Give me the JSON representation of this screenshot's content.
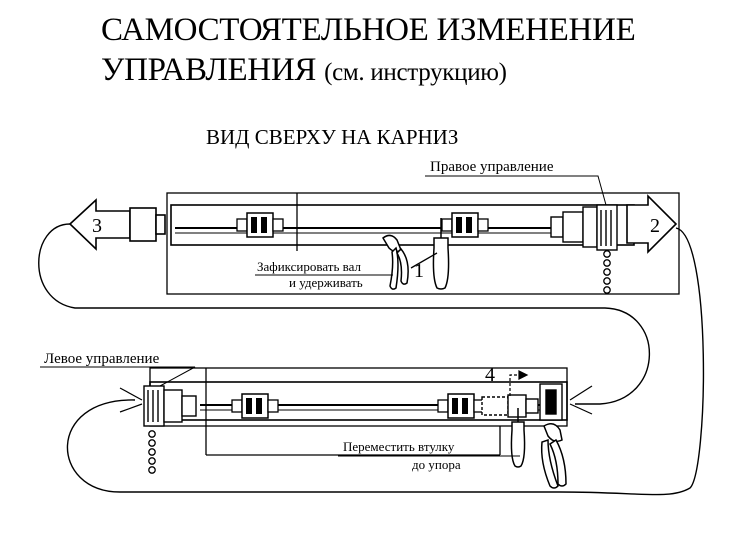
{
  "title": {
    "line1": "САМОСТОЯТЕЛЬНОЕ ИЗМЕНЕНИЕ",
    "line2": "УПРАВЛЕНИЯ",
    "line2_note": "(см. инструкцию)"
  },
  "diagram": {
    "heading": "ВИД СВЕРХУ НА КАРНИЗ",
    "labels": {
      "right_control": "Правое управление",
      "left_control": "Левое управление",
      "fix_shaft_1": "Зафиксировать вал",
      "fix_shaft_2": "и удерживать",
      "move_sleeve_1": "Переместить втулку",
      "move_sleeve_2": "до упора"
    },
    "steps": {
      "step1": "1",
      "step2": "2",
      "step3": "3",
      "step4": "4"
    }
  }
}
